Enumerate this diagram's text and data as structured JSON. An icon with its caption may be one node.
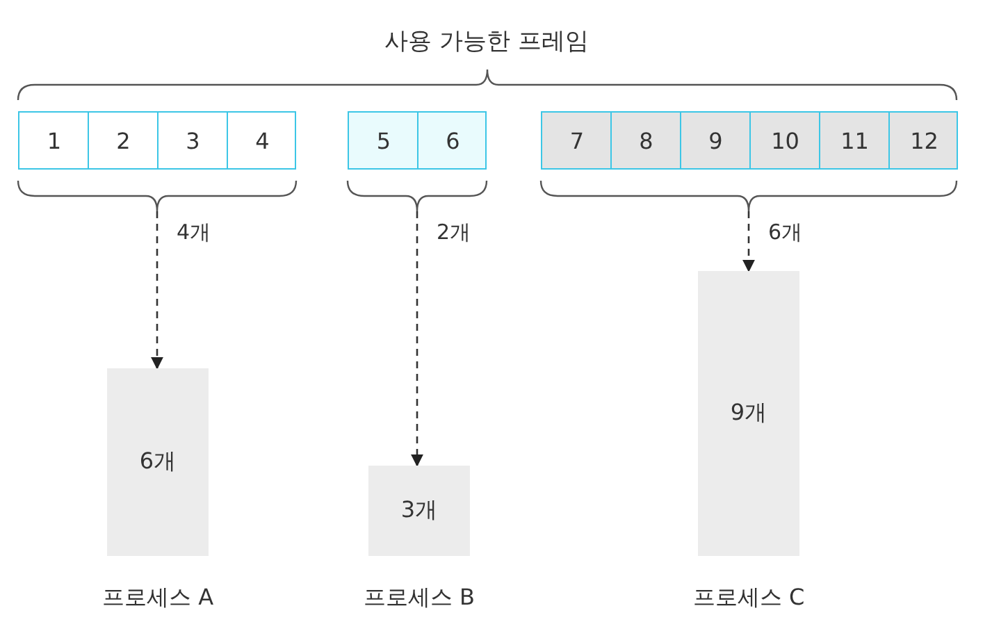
{
  "diagram": {
    "title": "사용 가능한 프레임",
    "nodes": [
      {
        "text": [],
        "shape": "box"
      },
      {
        "text": [
          "1"
        ],
        "in": 0
      },
      {
        "text": [
          "2"
        ],
        "in": 0
      },
      {
        "text": [
          "3"
        ],
        "in": 0
      },
      {
        "text": [
          "4"
        ],
        "in": 0
      },
      {
        "text": [],
        "shape": "box"
      },
      {
        "text": [
          "5"
        ],
        "in": 5
      },
      {
        "text": [
          "6"
        ],
        "in": 5
      },
      {
        "text": [],
        "shape": "box"
      },
      {
        "text": [
          "7"
        ],
        "in": 8
      },
      {
        "text": [
          "8"
        ],
        "in": 8
      },
      {
        "text": [
          "9"
        ],
        "in": 8
      },
      {
        "text": [
          "10"
        ],
        "in": 8
      },
      {
        "text": [
          "11"
        ],
        "in": 8
      },
      {
        "text": [
          "12"
        ],
        "in": 8
      },
      {
        "text": [
          "6개"
        ],
        "beside": [
          "프로세스 A"
        ]
      },
      {
        "text": [
          "3개"
        ],
        "beside": [
          "프로세스 B"
        ]
      },
      {
        "text": [
          "9개"
        ],
        "beside": [
          "프로세스 C"
        ]
      },
      {
        "text": [],
        "shape": "brace"
      },
      {
        "text": [],
        "shape": "brace"
      },
      {
        "text": [],
        "shape": "brace"
      }
    ],
    "edges": [
      {
        "from": 18,
        "to": 15,
        "arrow": "to",
        "label": "4개",
        "style": "dashed"
      },
      {
        "from": 19,
        "to": 16,
        "arrow": "to",
        "label": "2개",
        "style": "dashed"
      },
      {
        "from": 20,
        "to": 17,
        "arrow": "to",
        "label": "6개",
        "style": "dashed"
      }
    ]
  }
}
